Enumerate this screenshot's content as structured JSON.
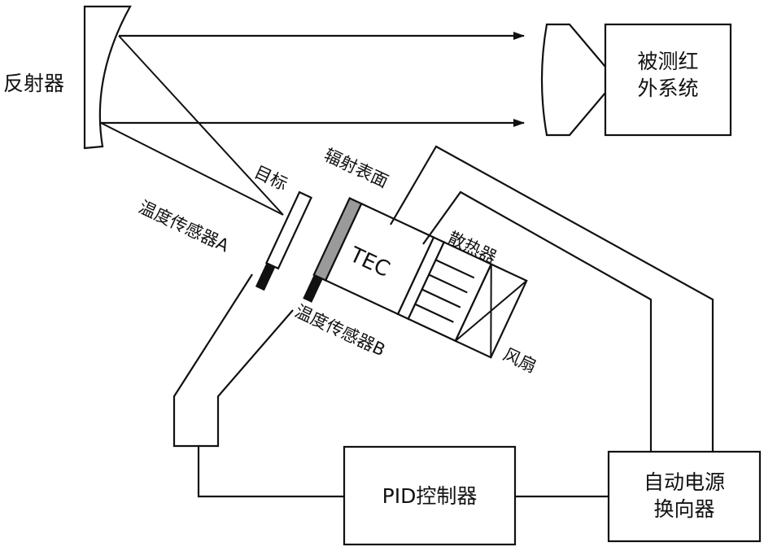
{
  "labels": {
    "reflector": "反射器",
    "target": "目标",
    "radiating_surface": "辐射表面",
    "sensor_a": "温度传感器A",
    "sensor_b": "温度传感器B",
    "tec": "TEC",
    "heatsink": "散热器",
    "fan": "风扇",
    "ir_system_line1": "被测红",
    "ir_system_line2": "外系统",
    "pid": "PID控制器",
    "power_line1": "自动电源",
    "power_line2": "换向器"
  },
  "colors": {
    "line": "#111111",
    "radiating_surface": "#9a9a9a",
    "sensor": "#111111",
    "background": "#ffffff"
  }
}
